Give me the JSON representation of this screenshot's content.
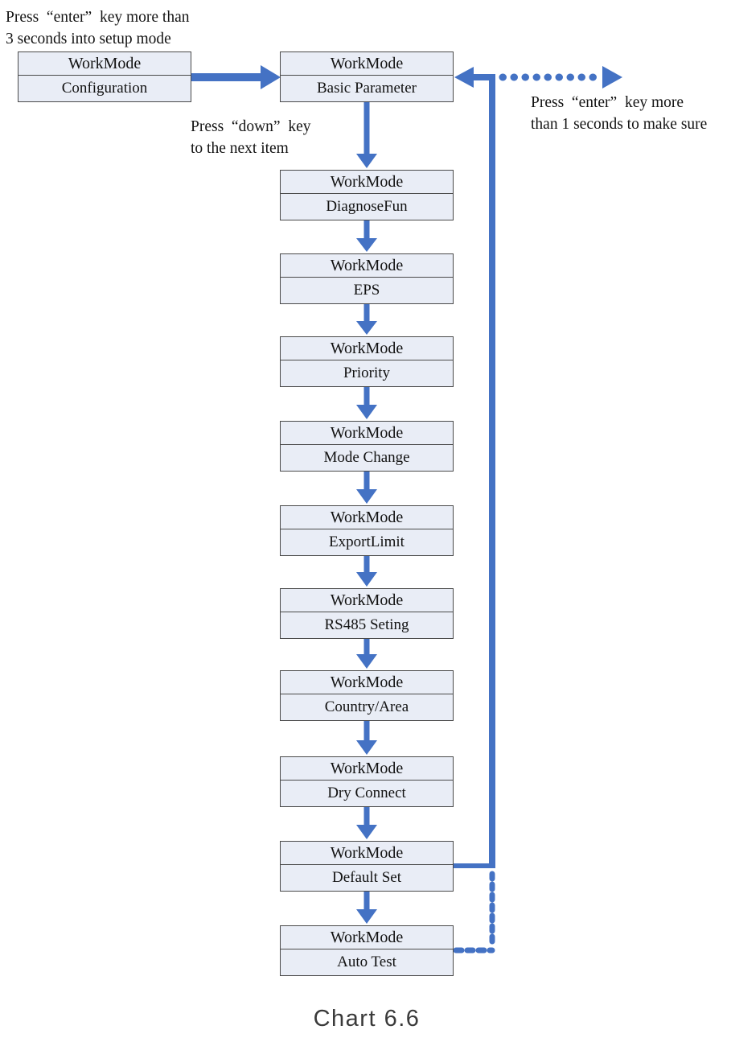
{
  "caption": "Chart 6.6",
  "annotations": {
    "setup": "Press  “enter”  key more than\n3 seconds into setup mode",
    "down": "Press  “down”  key\nto the next item",
    "confirm": "Press  “enter”  key more\nthan 1 seconds to make sure"
  },
  "colors": {
    "arrow": "#4472c4",
    "box_fill": "#e9edf6",
    "box_border": "#4a4a4a"
  },
  "boxes": [
    {
      "title": "WorkMode",
      "subtitle": "Configuration"
    },
    {
      "title": "WorkMode",
      "subtitle": "Basic Parameter"
    },
    {
      "title": "WorkMode",
      "subtitle": "DiagnoseFun"
    },
    {
      "title": "WorkMode",
      "subtitle": "EPS"
    },
    {
      "title": "WorkMode",
      "subtitle": "Priority"
    },
    {
      "title": "WorkMode",
      "subtitle": "Mode Change"
    },
    {
      "title": "WorkMode",
      "subtitle": "ExportLimit"
    },
    {
      "title": "WorkMode",
      "subtitle": "RS485 Seting"
    },
    {
      "title": "WorkMode",
      "subtitle": "Country/Area"
    },
    {
      "title": "WorkMode",
      "subtitle": "Dry Connect"
    },
    {
      "title": "WorkMode",
      "subtitle": "Default Set"
    },
    {
      "title": "WorkMode",
      "subtitle": "Auto Test"
    }
  ]
}
